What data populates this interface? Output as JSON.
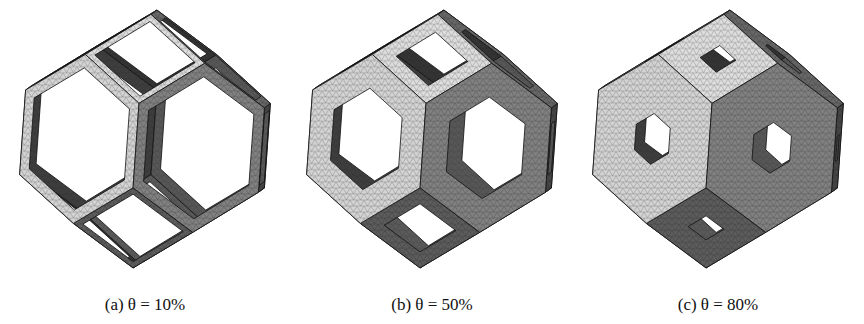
{
  "diagram": {
    "labels": [
      "(a) θ = 10%",
      "(b) θ = 50%",
      "(c) θ = 80%"
    ]
  }
}
